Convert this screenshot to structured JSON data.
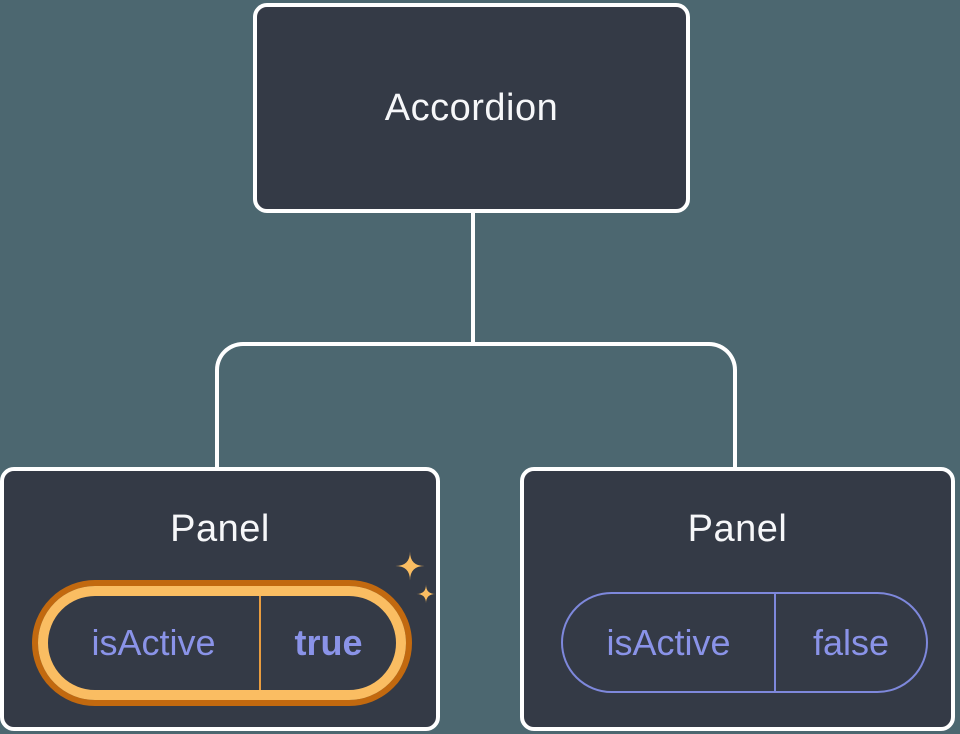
{
  "diagram": {
    "root": {
      "label": "Accordion"
    },
    "children": [
      {
        "label": "Panel",
        "prop_name": "isActive",
        "prop_value": "true",
        "state": "active",
        "highlighted": true
      },
      {
        "label": "Panel",
        "prop_name": "isActive",
        "prop_value": "false",
        "state": "inactive",
        "highlighted": false
      }
    ]
  },
  "colors": {
    "background": "#4C6770",
    "node_fill": "#343A46",
    "node_border": "#FFFFFF",
    "title_text": "#F6F7F9",
    "prop_text": "#8A93E8",
    "prop_border": "#7E88DC",
    "highlight_outer_orange": "#C2690F",
    "highlight_inner_gold": "#FABD62",
    "highlight_divider": "#E89C3F",
    "sparkle_gold": "#FABD62"
  }
}
